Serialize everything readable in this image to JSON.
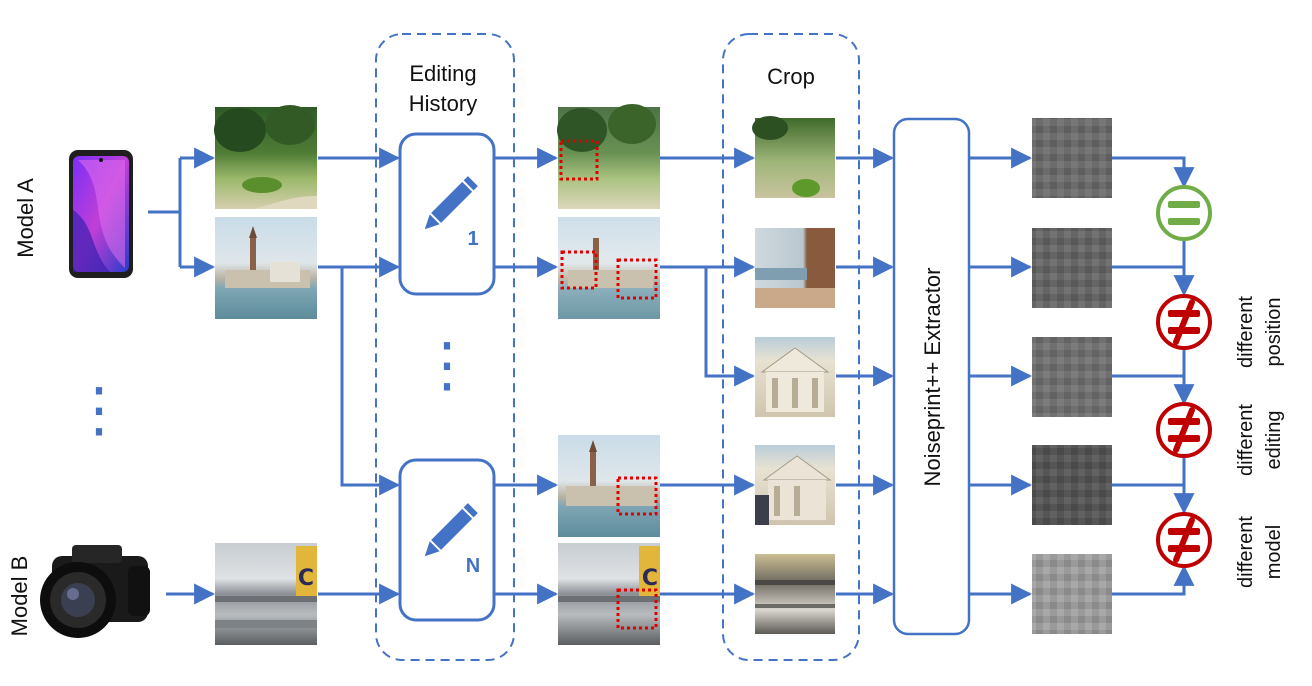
{
  "colors": {
    "flow": "#4472c4",
    "equal": "#70ad47",
    "not_equal": "#c00000",
    "crop_box": "#e00000"
  },
  "labels": {
    "model_a": "Model A",
    "model_b": "Model B",
    "editing_history": [
      "Editing",
      "History"
    ],
    "crop": "Crop",
    "extractor": "Noiseprint++ Extractor",
    "edit_1": "1",
    "edit_n": "N",
    "vdots": "⋮",
    "comparisons": [
      {
        "lines": [
          "different",
          "position"
        ]
      },
      {
        "lines": [
          "different",
          "editing"
        ]
      },
      {
        "lines": [
          "different",
          "model"
        ]
      }
    ]
  },
  "icons": {
    "phone": "smartphone-icon",
    "camera": "dslr-camera-icon",
    "pencil": "pencil-icon",
    "equal": "equals-sign-icon",
    "not_equal": "not-equal-sign-icon"
  }
}
